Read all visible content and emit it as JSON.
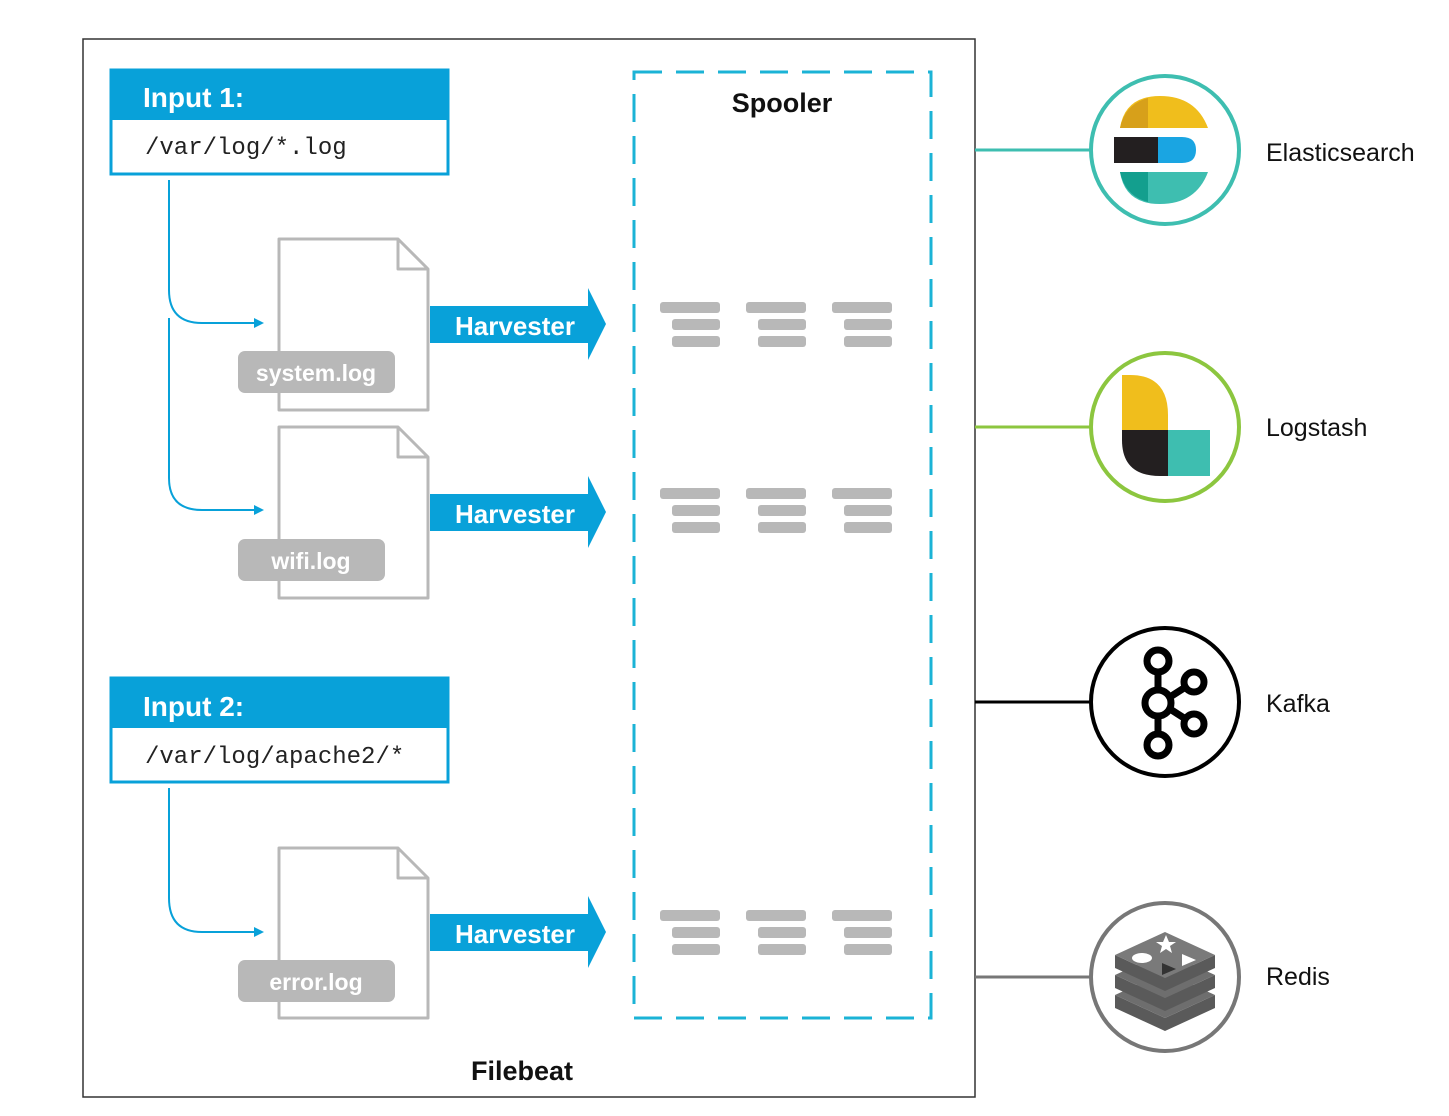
{
  "filebeat": {
    "label": "Filebeat"
  },
  "spooler": {
    "label": "Spooler"
  },
  "inputs": [
    {
      "title": "Input 1:",
      "path": "/var/log/*.log"
    },
    {
      "title": "Input 2:",
      "path": "/var/log/apache2/*"
    }
  ],
  "files": [
    {
      "name": "system.log",
      "harvester": "Harvester"
    },
    {
      "name": "wifi.log",
      "harvester": "Harvester"
    },
    {
      "name": "error.log",
      "harvester": "Harvester"
    }
  ],
  "outputs": [
    {
      "name": "Elasticsearch",
      "icon": "elasticsearch-logo-icon",
      "ring_color": "#3ebeb0"
    },
    {
      "name": "Logstash",
      "icon": "logstash-logo-icon",
      "ring_color": "#8cc63f"
    },
    {
      "name": "Kafka",
      "icon": "kafka-logo-icon",
      "ring_color": "#000000"
    },
    {
      "name": "Redis",
      "icon": "redis-logo-icon",
      "ring_color": "#777777"
    }
  ],
  "colors": {
    "accent_blue": "#08a1d9",
    "file_gray": "#b8b8b8",
    "spooler_dash": "#1bb3d6"
  }
}
